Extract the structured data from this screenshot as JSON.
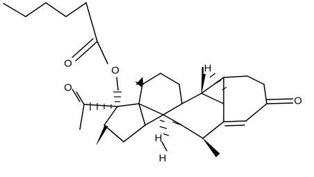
{
  "diagram": {
    "type": "skeletal-structure",
    "labels": {
      "ester_carbonyl_o": "O",
      "ester_o": "O",
      "ketone_side_o": "O",
      "ring_ketone_o": "O",
      "h_c9": "H",
      "h_c14": "H",
      "h_c8": "H"
    }
  }
}
